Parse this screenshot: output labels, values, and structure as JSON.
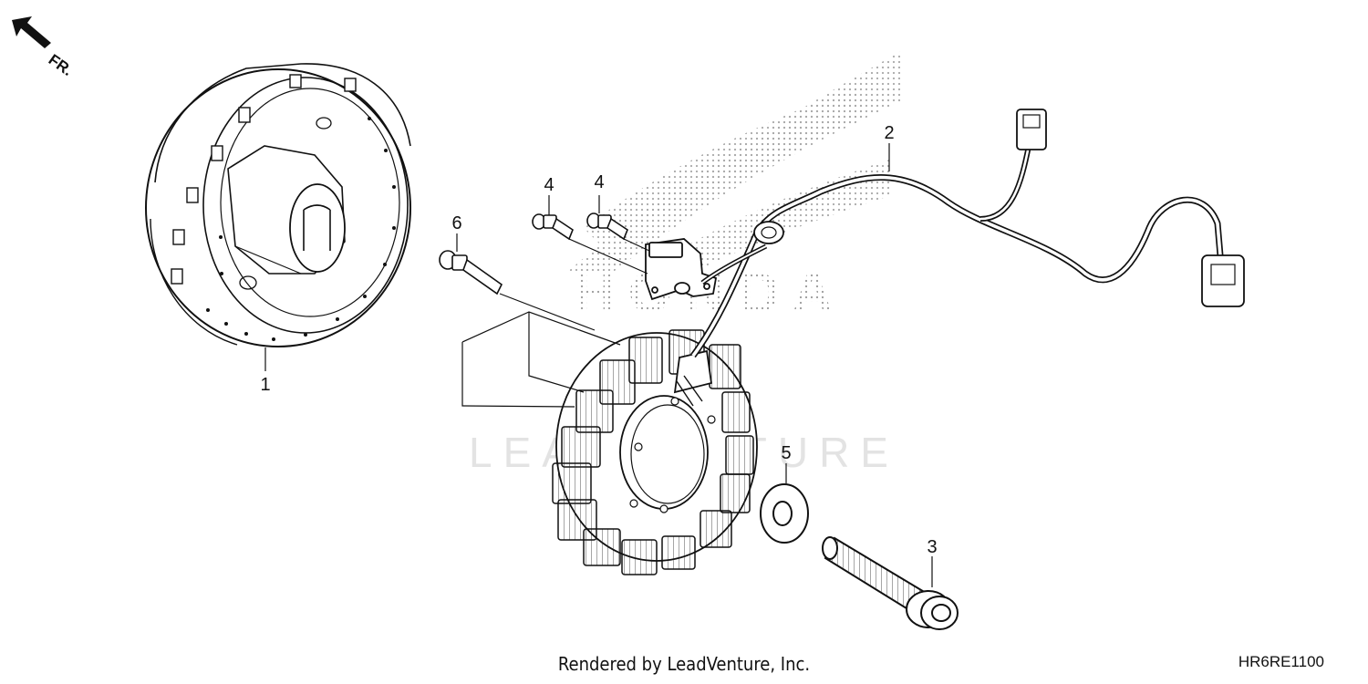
{
  "direction_indicator": {
    "label": "FR.",
    "icon": "arrow-front-icon"
  },
  "callouts": [
    {
      "number": "1",
      "part": "flywheel"
    },
    {
      "number": "2",
      "part": "stator-wire-harness"
    },
    {
      "number": "3",
      "part": "flange-bolt"
    },
    {
      "number": "4",
      "part": "pulser-screw-a"
    },
    {
      "number": "4",
      "part": "pulser-screw-b"
    },
    {
      "number": "5",
      "part": "washer"
    },
    {
      "number": "6",
      "part": "stator-bolt"
    }
  ],
  "watermark": {
    "brand": "HONDA",
    "text": "LEADVENTURE"
  },
  "footer": {
    "credit": "Rendered by LeadVenture, Inc.",
    "diagram_code": "HR6RE1100"
  }
}
